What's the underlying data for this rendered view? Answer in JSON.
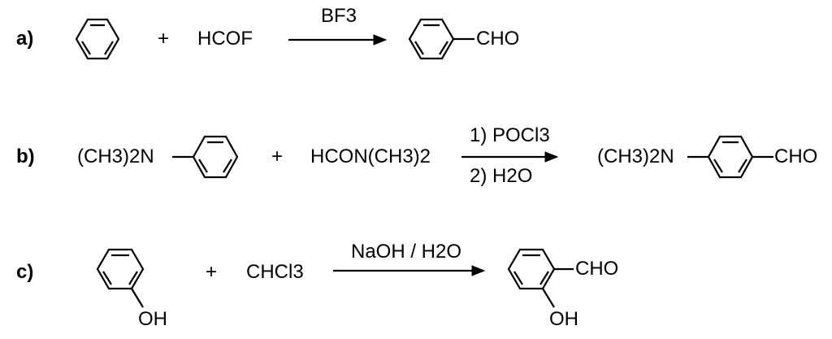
{
  "reactions": [
    {
      "label": "a)",
      "reagent1": "+",
      "reagent2": "HCOF",
      "conditions_top": "BF3",
      "product_substituent": "CHO"
    },
    {
      "label": "b)",
      "reactant_substituent": "(CH3)2N",
      "reagent1": "+",
      "reagent2": "HCON(CH3)2",
      "conditions_top": "1) POCl3",
      "conditions_bottom": "2) H2O",
      "product_substituent_left": "(CH3)2N",
      "product_substituent_right": "CHO"
    },
    {
      "label": "c)",
      "reactant_substituent": "OH",
      "reagent1": "+",
      "reagent2": "CHCl3",
      "conditions_top": "NaOH / H2O",
      "product_substituent_top": "CHO",
      "product_substituent_bottom": "OH"
    }
  ]
}
